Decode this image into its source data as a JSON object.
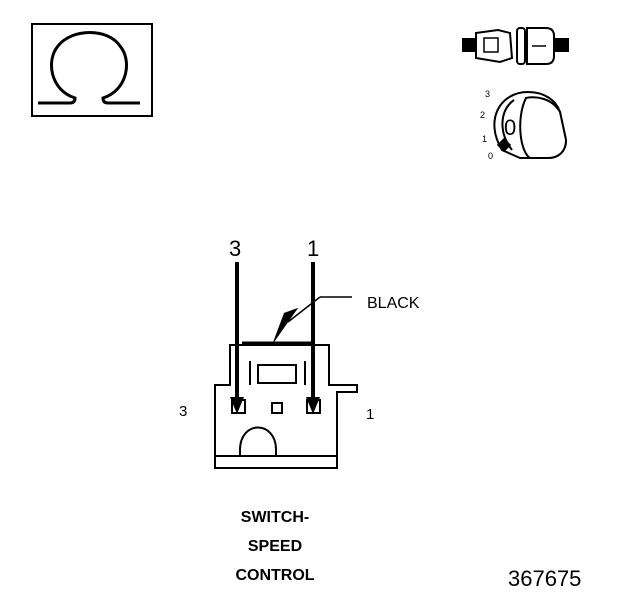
{
  "symbols": {
    "ohm_glyph": "Ω",
    "ignition_position_labels": [
      "3",
      "2",
      "1",
      "0"
    ],
    "key_label": "0"
  },
  "connector": {
    "probe_labels": {
      "left": "3",
      "right": "1"
    },
    "pin_labels": {
      "left": "3",
      "right": "1"
    },
    "color_callout": "BLACK"
  },
  "caption": {
    "line1": "SWITCH-",
    "line2": "SPEED",
    "line3": "CONTROL"
  },
  "figure_number": "367675"
}
